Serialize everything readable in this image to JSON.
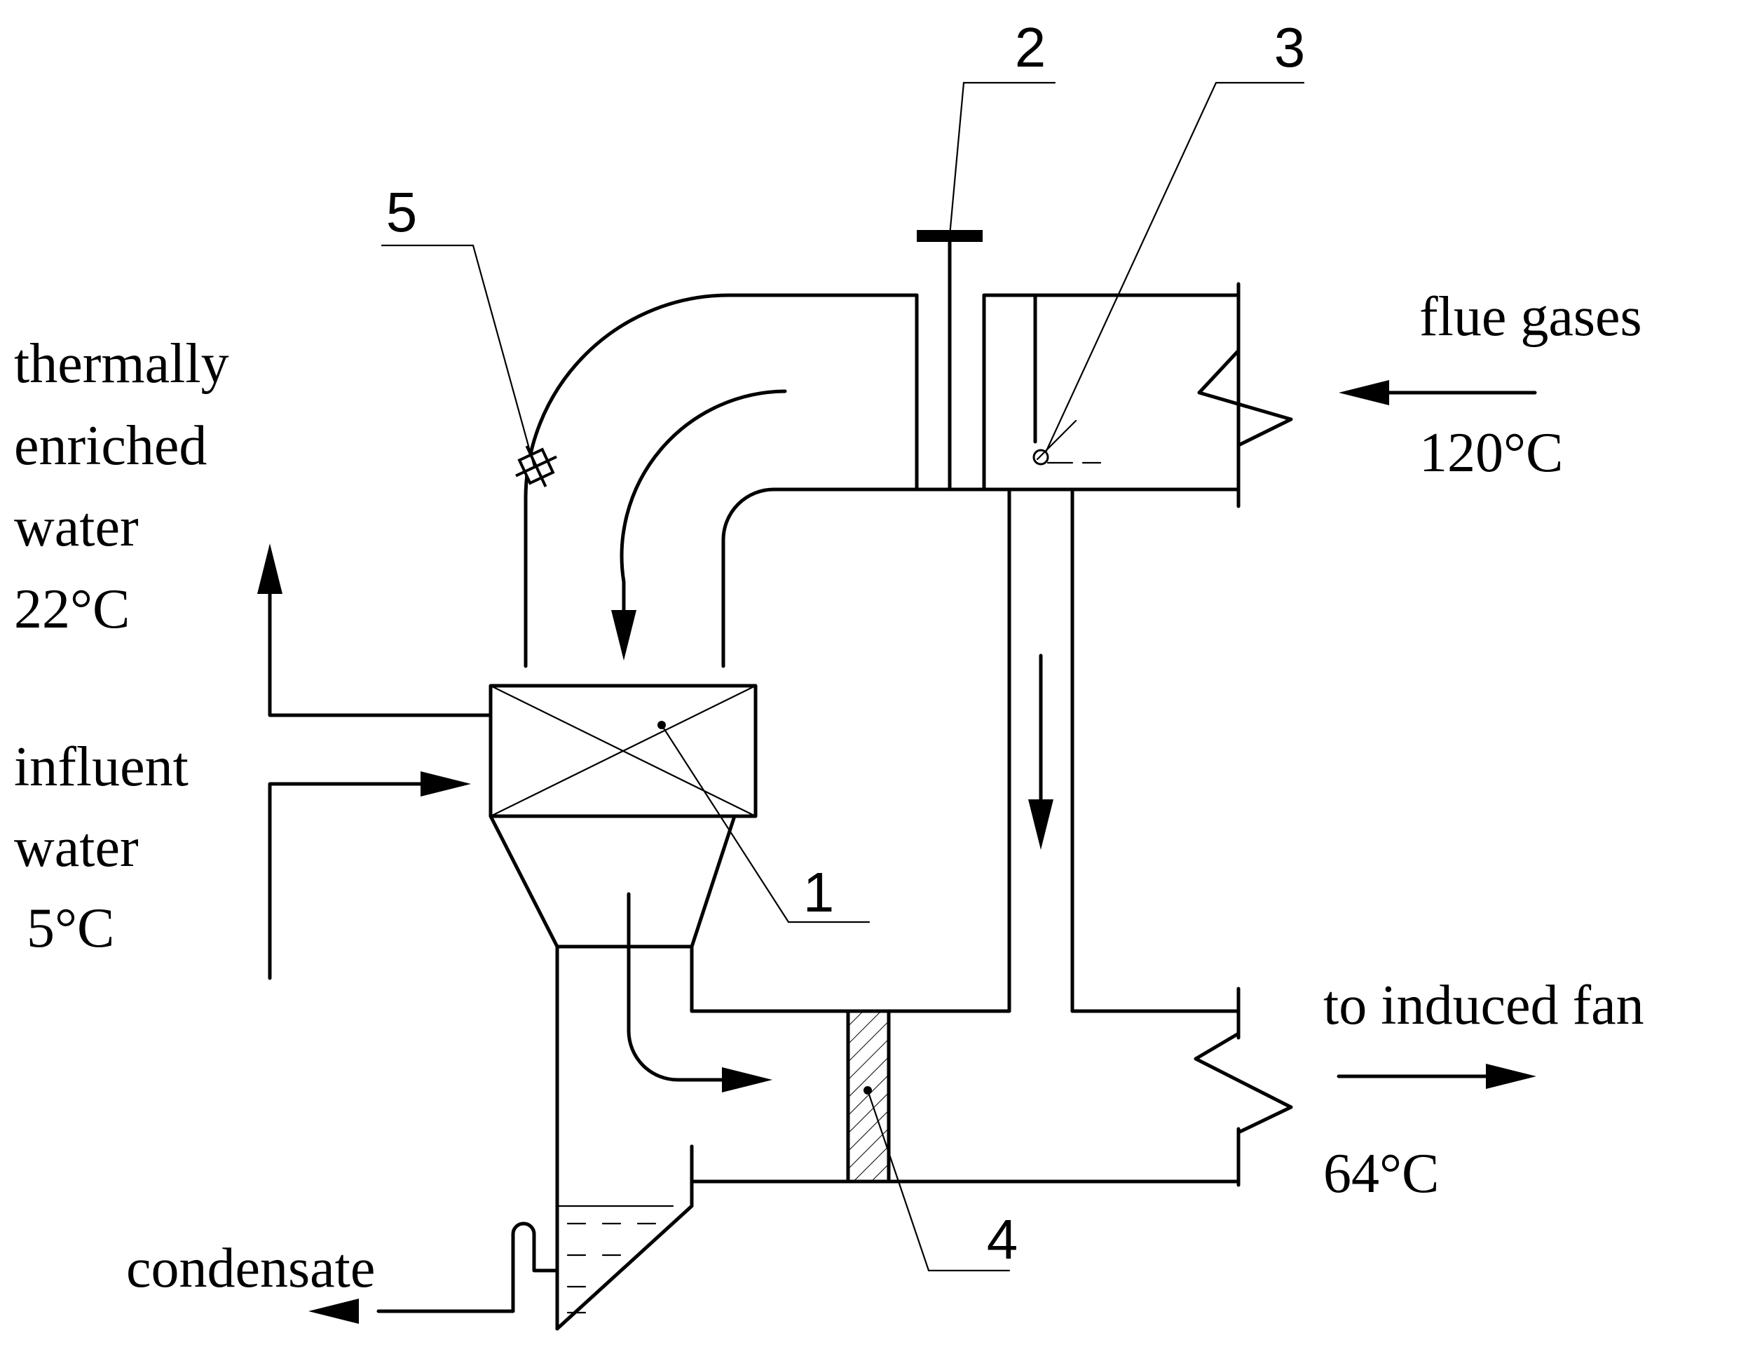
{
  "diagram": {
    "inputs": {
      "flue_gases": {
        "label": "flue gases",
        "temp": "120°C"
      },
      "influent_water": {
        "lines": [
          "influent",
          "water",
          "5°C"
        ]
      }
    },
    "outputs": {
      "enriched_water": {
        "lines": [
          "thermally",
          "enriched",
          "water",
          "22°C"
        ]
      },
      "to_fan": {
        "label": "to induced fan",
        "temp": "64°C"
      },
      "condensate": {
        "label": "condensate"
      }
    },
    "component_numbers": [
      "1",
      "2",
      "3",
      "4",
      "5"
    ]
  }
}
